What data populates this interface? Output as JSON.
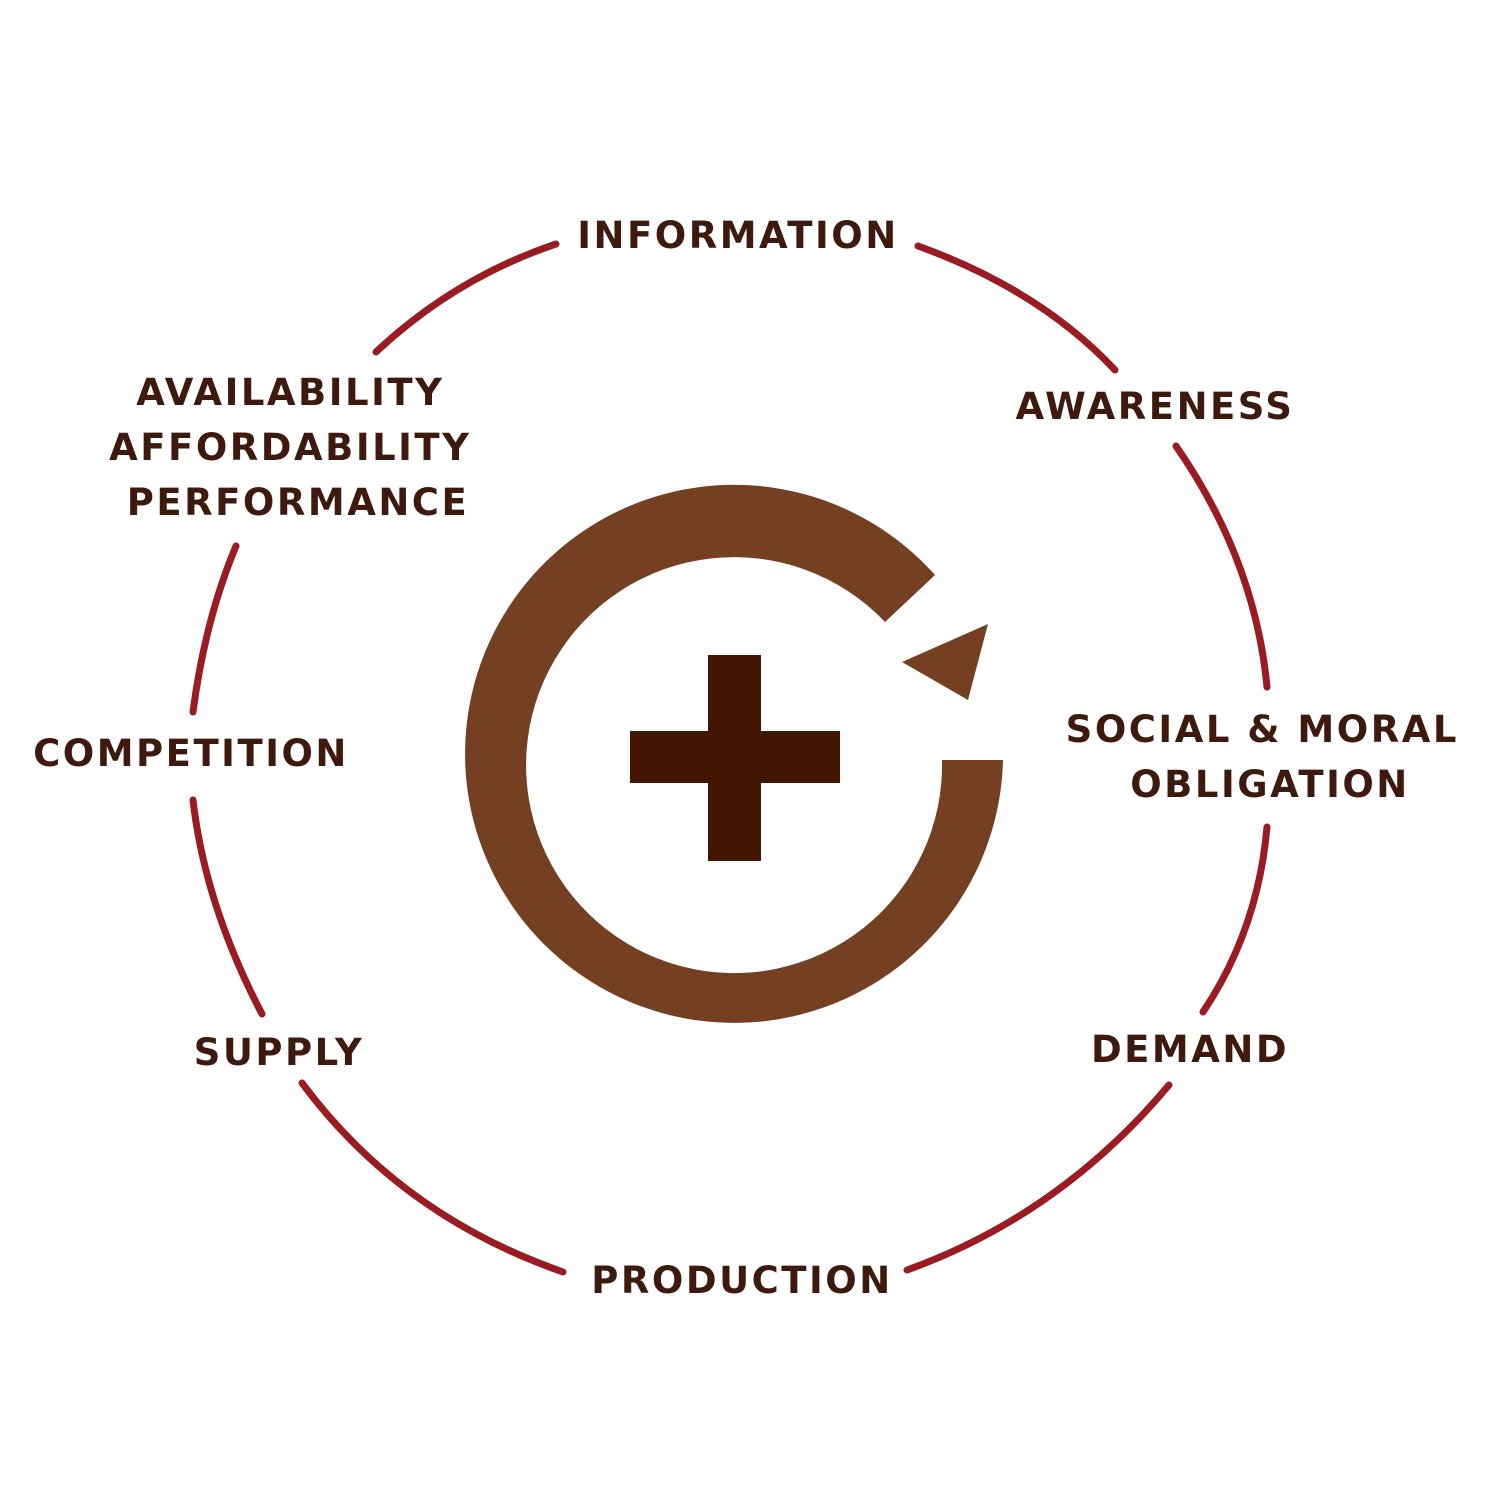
{
  "colors": {
    "background": "#ffffff",
    "ring": "#9b1b22",
    "label_text": "#3e1a0e",
    "loop_arrow": "#753f21",
    "plus": "#431604"
  },
  "center": {
    "loop_icon": "circular-arrow-icon",
    "plus_icon": "plus-icon"
  },
  "nodes": [
    {
      "id": "information",
      "lines": [
        "INFORMATION"
      ]
    },
    {
      "id": "awareness",
      "lines": [
        "AWARENESS"
      ]
    },
    {
      "id": "social-moral-obligation",
      "lines": [
        "SOCIAL & MORAL",
        "OBLIGATION"
      ]
    },
    {
      "id": "demand",
      "lines": [
        "DEMAND"
      ]
    },
    {
      "id": "production",
      "lines": [
        "PRODUCTION"
      ]
    },
    {
      "id": "supply",
      "lines": [
        "SUPPLY"
      ]
    },
    {
      "id": "competition",
      "lines": [
        "COMPETITION"
      ]
    },
    {
      "id": "availability-affordability-performance",
      "lines": [
        "AVAILABILITY",
        "AFFORDABILITY",
        "PERFORMANCE"
      ]
    }
  ]
}
